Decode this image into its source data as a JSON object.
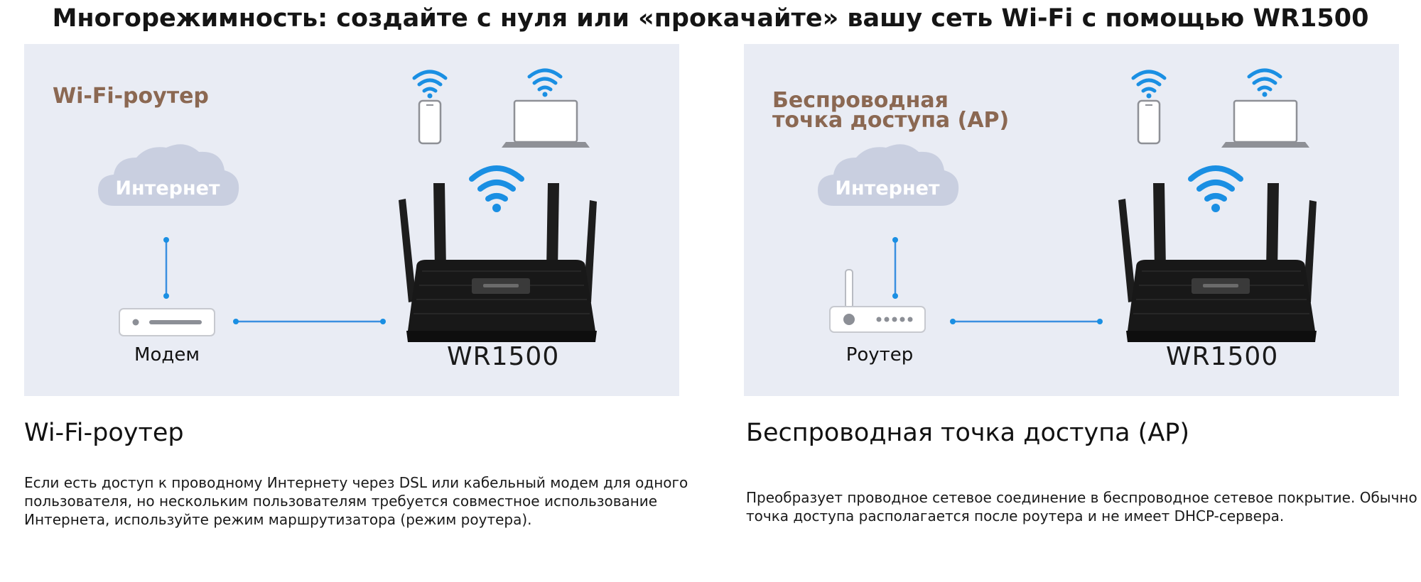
{
  "title": "Многорежимность: создайте с нуля или «прокачайте» вашу сеть Wi-Fi с помощью WR1500",
  "panels": {
    "router": {
      "label": "Wi-Fi-роутер",
      "cloud_label": "Интернет",
      "upstream_label": "Модем",
      "model_label": "WR1500"
    },
    "ap": {
      "label_line1": "Беспроводная",
      "label_line2": "точка доступа (AP)",
      "cloud_label": "Интернет",
      "upstream_label": "Роутер",
      "model_label": "WR1500"
    }
  },
  "sections": {
    "router": {
      "title": "Wi-Fi-роутер",
      "line1": "Если есть доступ к проводному Интернету через DSL или кабельный модем для одного",
      "line2": "пользователя, но нескольким пользователям требуется совместное использование",
      "line3": "Интернета, используйте режим маршрутизатора (режим роутера)."
    },
    "ap": {
      "title": "Беспроводная точка доступа (AP)",
      "line1": "Преобразует проводное сетевое соединение в беспроводное сетевое покрытие. Обычно",
      "line2": "точка доступа располагается после  роутера и не имеет DHCP-сервера."
    }
  },
  "colors": {
    "panel_bg": "#e9ecf4",
    "label_brown": "#8b6852",
    "wifi_blue": "#1a8fe3",
    "connector_blue": "#3b8fe0",
    "cloud": "#c9cfe0",
    "router_body": "#151515"
  }
}
